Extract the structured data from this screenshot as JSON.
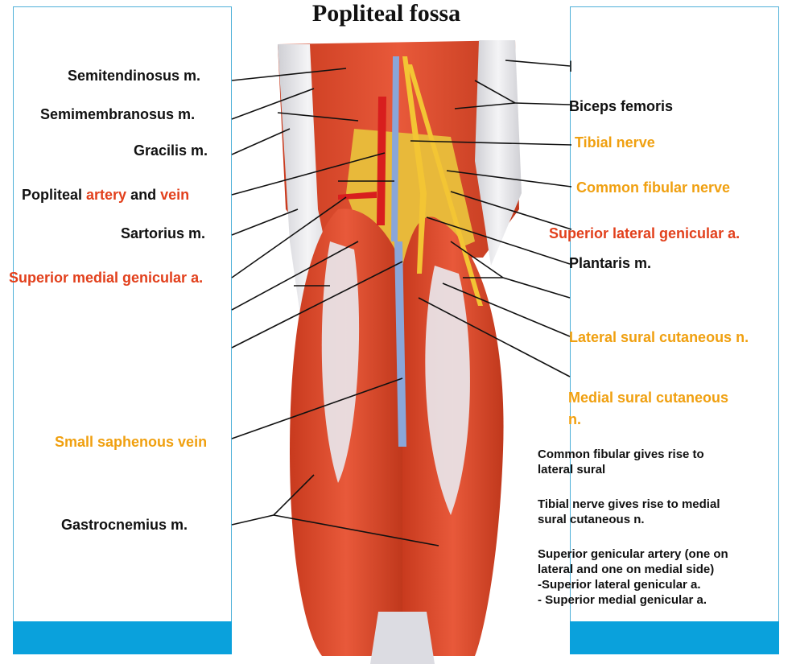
{
  "title": "Popliteal fossa",
  "colors": {
    "black": "#111111",
    "orange": "#f0a010",
    "red": "#e2401c",
    "accent": "#0aa1dc"
  },
  "labels": {
    "semitendinosus": "Semitendinosus m.",
    "semimembranosus": "Semimembranosus m.",
    "gracilis": "Gracilis m.",
    "popliteal_a": "Popliteal ",
    "popliteal_b": "artery",
    "popliteal_c": " and ",
    "popliteal_d": "vein",
    "sartorius": "Sartorius m.",
    "sup_medial": "Superior medial genicular a.",
    "small_saphenous": "Small saphenous vein",
    "gastrocnemius": "Gastrocnemius m.",
    "right_top": "l",
    "biceps": "Biceps femoris",
    "tibial": "Tibial nerve",
    "common_fibular": "Common fibular nerve",
    "sup_lateral": "Superior lateral genicular a.",
    "plantaris": "Plantaris m.",
    "lateral_sural": "Lateral sural cutaneous n.",
    "medial_sural_1": "Medial sural cutaneous",
    "medial_sural_2": "n."
  },
  "notes": {
    "note1": "Common fibular gives rise to\nlateral sural",
    "note2": "Tibial nerve gives rise to medial\nsural cutaneous n.",
    "note3": "Superior genicular artery (one on\nlateral and one on medial side)\n-Superior lateral genicular a.\n- Superior medial genicular a."
  }
}
